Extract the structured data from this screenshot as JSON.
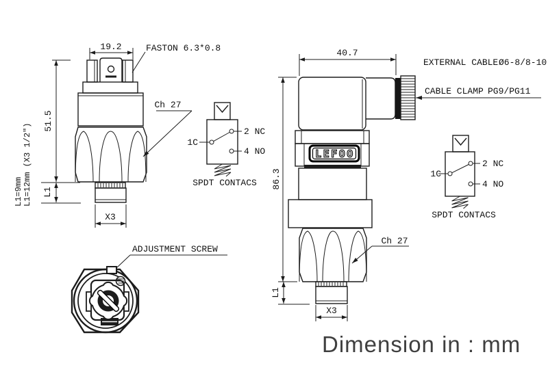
{
  "colors": {
    "line": "#1c1c1c",
    "text": "#111111",
    "caption_text": "#3f3f3f",
    "badge_border": "#000000"
  },
  "left_view": {
    "width_dim": "19.2",
    "height_dim": "51.5",
    "l1_dim": "L1",
    "x3_dim": "X3",
    "faston_label": "FASTON 6.3*0.8",
    "hex_label": "Ch 27"
  },
  "thread_note": {
    "line1": "L1=9mm",
    "line2": "L1=12mm (X3 1/2\")"
  },
  "top_view": {
    "label": "ADJUSTMENT SCREW"
  },
  "right_view": {
    "width_dim": "40.7",
    "height_dim": "86.3",
    "l1_dim": "L1",
    "x3_dim": "X3",
    "hex_label": "Ch 27",
    "brand": "LEFOO",
    "external_cable_label": "EXTERNAL CABLE",
    "external_cable_value": "Ø6-8/8-10",
    "cable_clamp_label": "CABLE CLAMP",
    "cable_clamp_value": "PG9/PG11"
  },
  "spdt_left": {
    "common": "1C",
    "nc": "2 NC",
    "no": "4 NO",
    "caption": "SPDT CONTACS"
  },
  "spdt_right": {
    "common": "1C",
    "nc": "2 NC",
    "no": "4 NO",
    "caption": "SPDT CONTACS"
  },
  "footer": {
    "units_caption": "Dimension in : mm"
  }
}
